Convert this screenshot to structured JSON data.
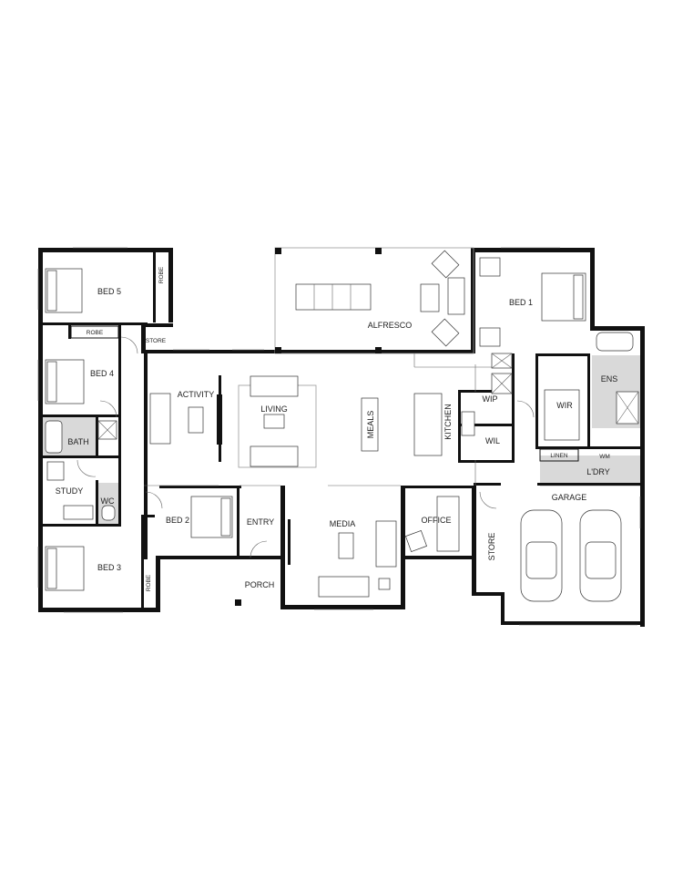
{
  "rooms": {
    "bed5": "BED 5",
    "robe_bed5": "ROBE",
    "robe_bed4": "ROBE",
    "store_hall": "STORE",
    "bed4": "BED 4",
    "bath": "BATH",
    "study": "STUDY",
    "wc": "WC",
    "bed2": "BED 2",
    "robe_bed3": "ROBE",
    "bed3": "BED 3",
    "activity": "ACTIVITY",
    "living": "LIVING",
    "meals": "MEALS",
    "kitchen": "KITCHEN",
    "alfresco": "ALFRESCO",
    "entry": "ENTRY",
    "porch": "PORCH",
    "media": "MEDIA",
    "office": "OFFICE",
    "wip": "WIP",
    "wil": "WIL",
    "bed1": "BED 1",
    "wir": "WIR",
    "ens": "ENS",
    "linen": "LINEN",
    "wm": "WM",
    "ldry": "L'DRY",
    "garage": "GARAGE",
    "store_garage": "STORE"
  },
  "colors": {
    "wall": "#111111",
    "wet_area": "#d9d9d9"
  }
}
